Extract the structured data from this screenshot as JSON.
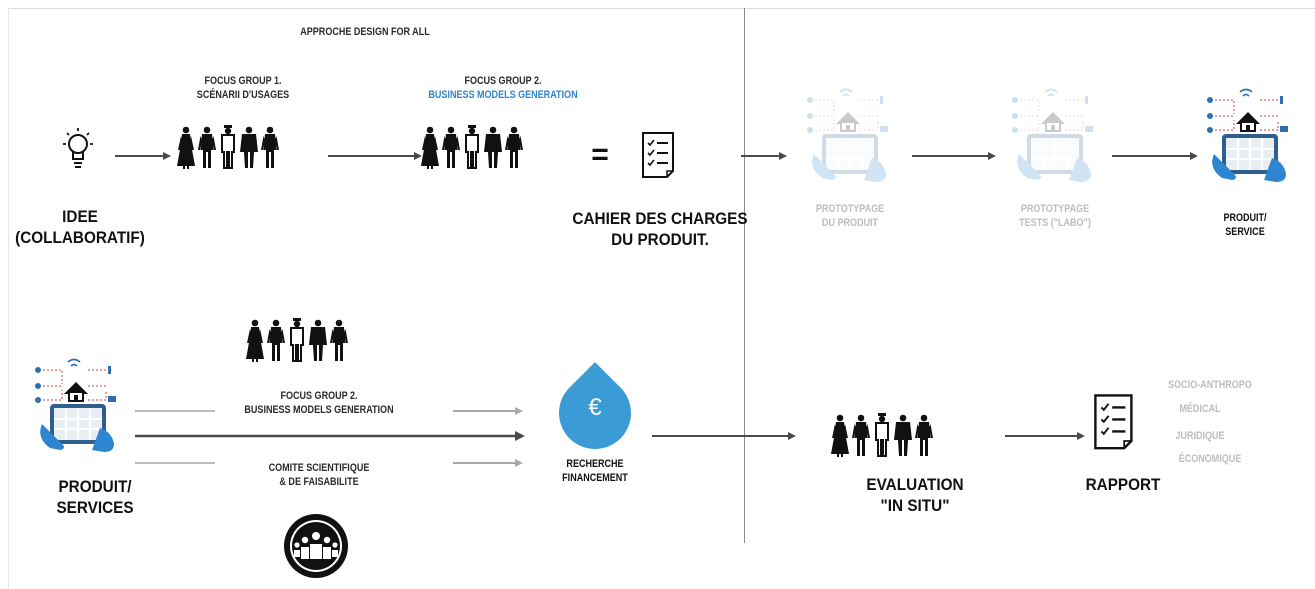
{
  "header": {
    "title": "APPROCHE DESIGN FOR ALL"
  },
  "top_flow": {
    "focus_group_1": {
      "line1": "FOCUS GROUP 1.",
      "line2": "SCÉNARII D'USAGES"
    },
    "focus_group_2": {
      "line1": "FOCUS GROUP 2.",
      "line2": "BUSINESS MODELS GENERATION"
    },
    "equals_sign": "=",
    "idea": {
      "line1": "IDEE",
      "line2": "(COLLABORATIF)"
    },
    "cahier": {
      "line1": "CAHIER DES CHARGES",
      "line2": "DU PRODUIT."
    },
    "prototype_1": {
      "line1": "PROTOTYPAGE",
      "line2": "DU PRODUIT"
    },
    "prototype_2": {
      "line1": "PROTOTYPAGE",
      "line2": "TESTS (\"LABO\")"
    },
    "product": {
      "line1": "PRODUIT/",
      "line2": "SERVICE"
    }
  },
  "bottom_flow": {
    "product": {
      "line1": "PRODUIT/",
      "line2": "SERVICES"
    },
    "focus_group_2": {
      "line1": "FOCUS GROUP 2.",
      "line2": "BUSINESS MODELS GENERATION"
    },
    "comite": {
      "line1": "COMITE SCIENTIFIQUE",
      "line2": "& DE FAISABILITE"
    },
    "funding": {
      "symbol": "€",
      "line1": "RECHERCHE",
      "line2": "FINANCEMENT"
    },
    "evaluation": {
      "line1": "EVALUATION",
      "line2": "\"IN SITU\""
    },
    "report": "RAPPORT",
    "report_fields": [
      "SOCIO-ANTHROPO",
      "MÉDICAL",
      "JURIDIQUE",
      "ÉCONOMIQUE"
    ]
  },
  "colors": {
    "accent_blue": "#3a9bd5",
    "dark": "#111111",
    "faded": "#bdbdbd",
    "arrow": "#4a4a4a",
    "arrow_light": "#a8a8a8"
  },
  "icons": [
    "lightbulb-icon",
    "people-group-icon",
    "checklist-document-icon",
    "smart-home-tablet-icon",
    "euro-icon",
    "committee-icon"
  ]
}
